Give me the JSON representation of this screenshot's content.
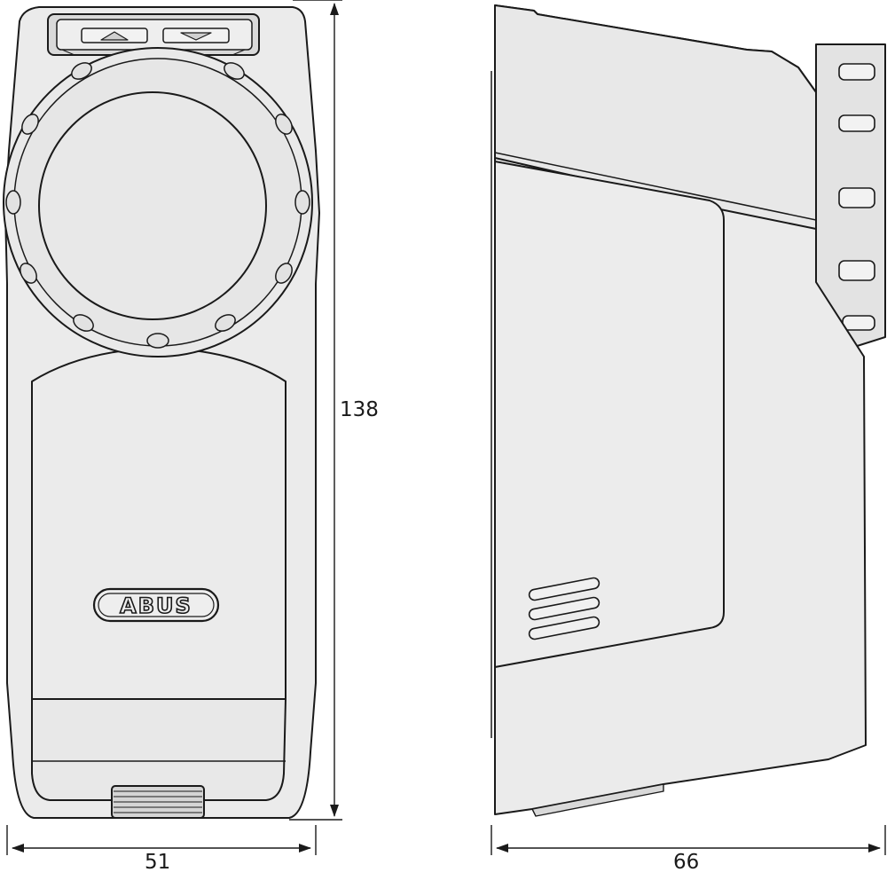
{
  "dimensions": {
    "height": "138",
    "front_width": "51",
    "side_depth": "66"
  },
  "logo": {
    "text": "ABUS"
  },
  "colors": {
    "body_fill": "#ebebeb",
    "knob_fill": "#e6e6e6",
    "shade_fill": "#dcdcdc",
    "stroke": "#1a1a1a",
    "background": "#ffffff"
  },
  "icons": [
    "arrow-up-icon",
    "arrow-down-icon",
    "knob-icon",
    "vent-slots-icon",
    "mounting-bracket-icon"
  ]
}
